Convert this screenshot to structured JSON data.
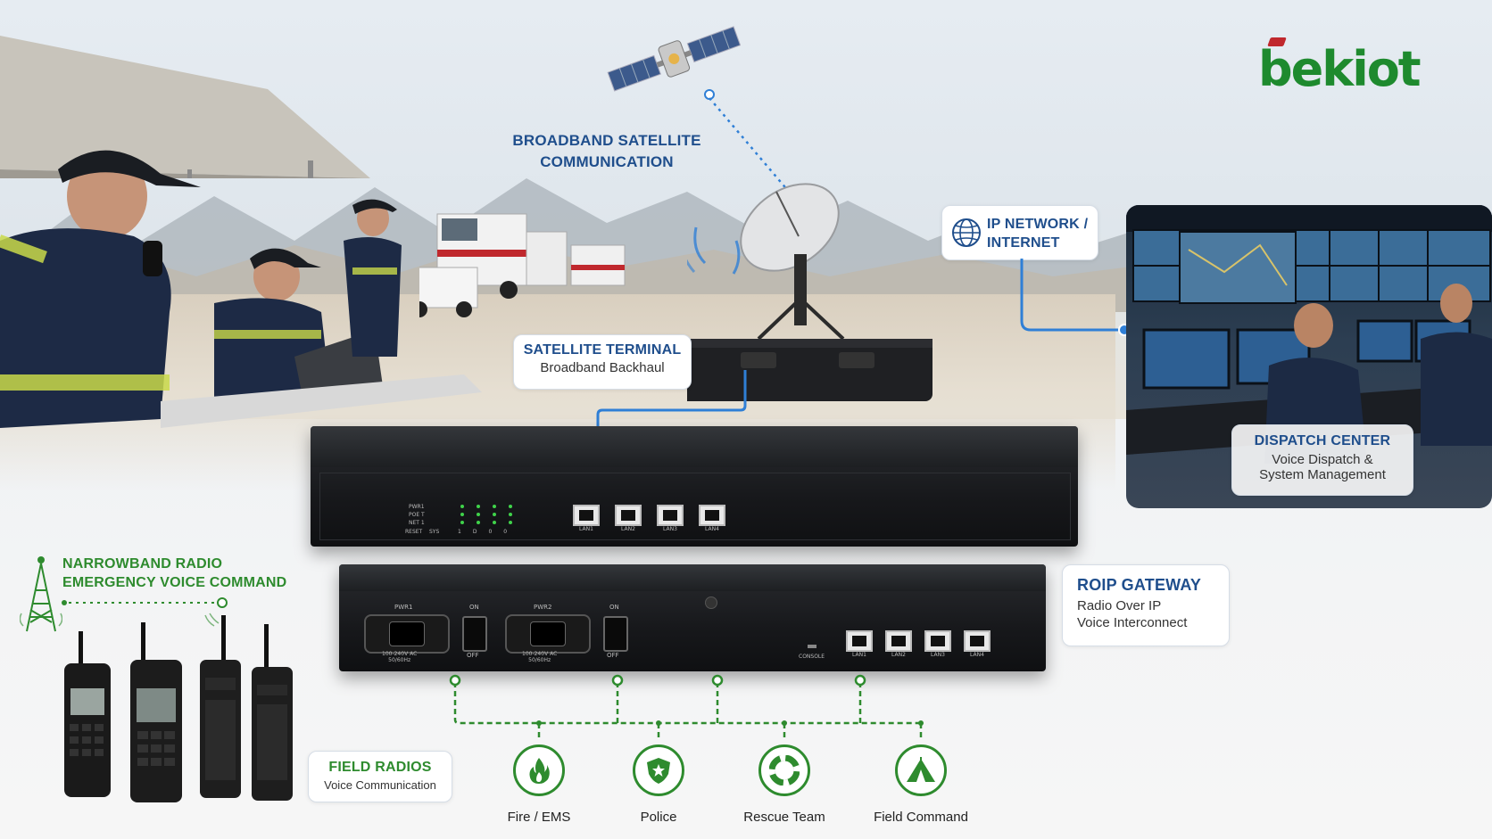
{
  "brand": {
    "logo_text": "bekiot",
    "color": "#1e8a2e",
    "accent": "#c0282d"
  },
  "labels": {
    "satellite_comm": {
      "line1": "BROADBAND SATELLITE",
      "line2": "COMMUNICATION"
    },
    "satellite_terminal": {
      "title": "SATELLITE TERMINAL",
      "subtitle": "Broadband Backhaul"
    },
    "ip_network": {
      "line1": "IP NETWORK /",
      "line2": "INTERNET",
      "icon": "globe-icon"
    },
    "dispatch_center": {
      "title": "DISPATCH CENTER",
      "line1": "Voice Dispatch &",
      "line2": "System Management"
    },
    "narrowband": {
      "line1": "NARROWBAND RADIO",
      "line2": "EMERGENCY VOICE COMMAND",
      "icon": "radio-tower-icon"
    },
    "roip_gateway": {
      "title": "ROIP GATEWAY",
      "line1": "Radio Over IP",
      "line2": "Voice Interconnect"
    },
    "field_radios": {
      "title": "FIELD RADIOS",
      "subtitle": "Voice Communication"
    }
  },
  "device_front": {
    "led_labels": [
      "PWR1",
      "POE T",
      "NET 1",
      "SYS"
    ],
    "reset": "RESET",
    "led_nums": [
      "1",
      "D",
      "0",
      "0"
    ],
    "ports": [
      "LAN1",
      "LAN2",
      "LAN3",
      "LAN4"
    ]
  },
  "device_rear": {
    "pwr1": "PWR1",
    "pwr2": "PWR2",
    "on": "ON",
    "off": "OFF",
    "ac1": "100-240V AC",
    "hz1": "50/60Hz",
    "ac2": "100-240V AC",
    "hz2": "50/60Hz",
    "console": "CONSOLE",
    "ports": [
      "LAN1",
      "LAN2",
      "LAN3",
      "LAN4"
    ]
  },
  "units": [
    {
      "label": "Fire / EMS",
      "icon": "fire-icon"
    },
    {
      "label": "Police",
      "icon": "police-badge-icon"
    },
    {
      "label": "Rescue Team",
      "icon": "lifebuoy-icon"
    },
    {
      "label": "Field Command",
      "icon": "tent-icon"
    }
  ],
  "colors": {
    "title_blue": "#1f4e8c",
    "link_blue": "#2f7fd6",
    "title_green": "#2e8b2e"
  }
}
